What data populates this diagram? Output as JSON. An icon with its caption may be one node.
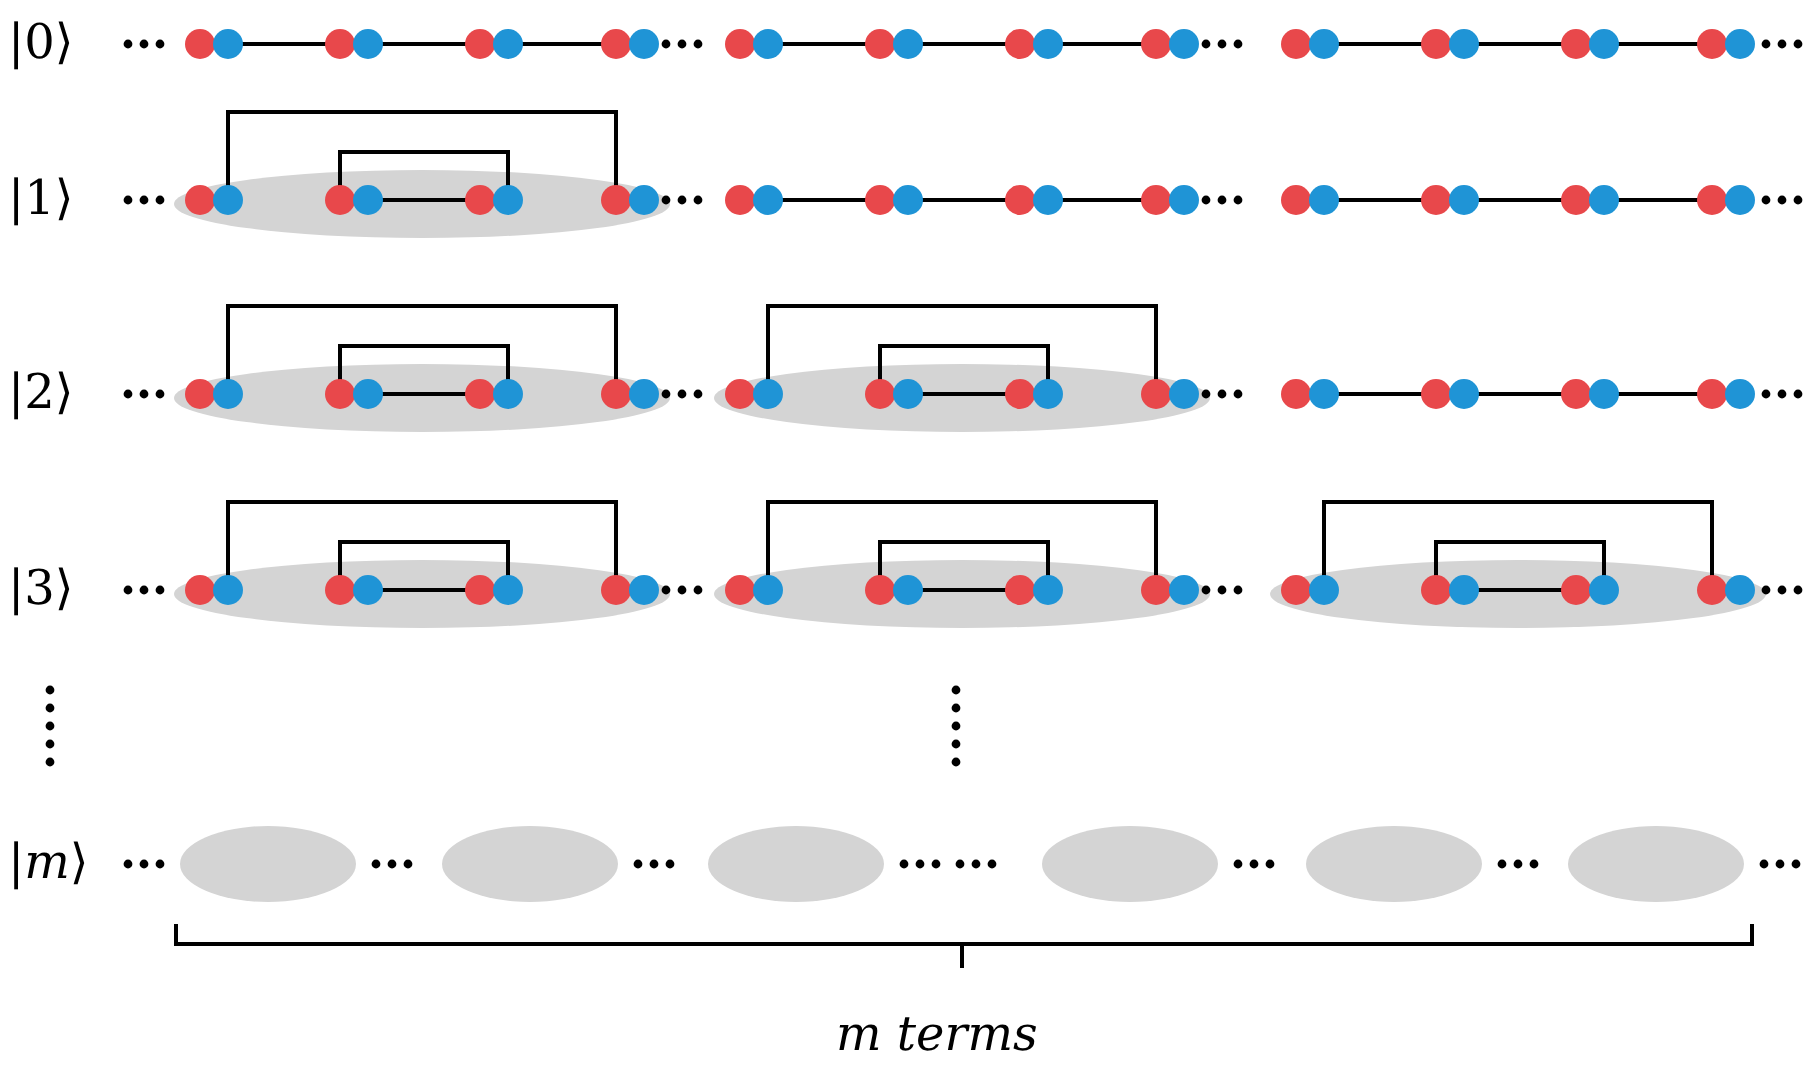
{
  "diagram": {
    "labels": [
      "|0⟩",
      "|1⟩",
      "|2⟩",
      "|3⟩",
      "|*m*⟩",
      "m terms"
    ]
  }
}
